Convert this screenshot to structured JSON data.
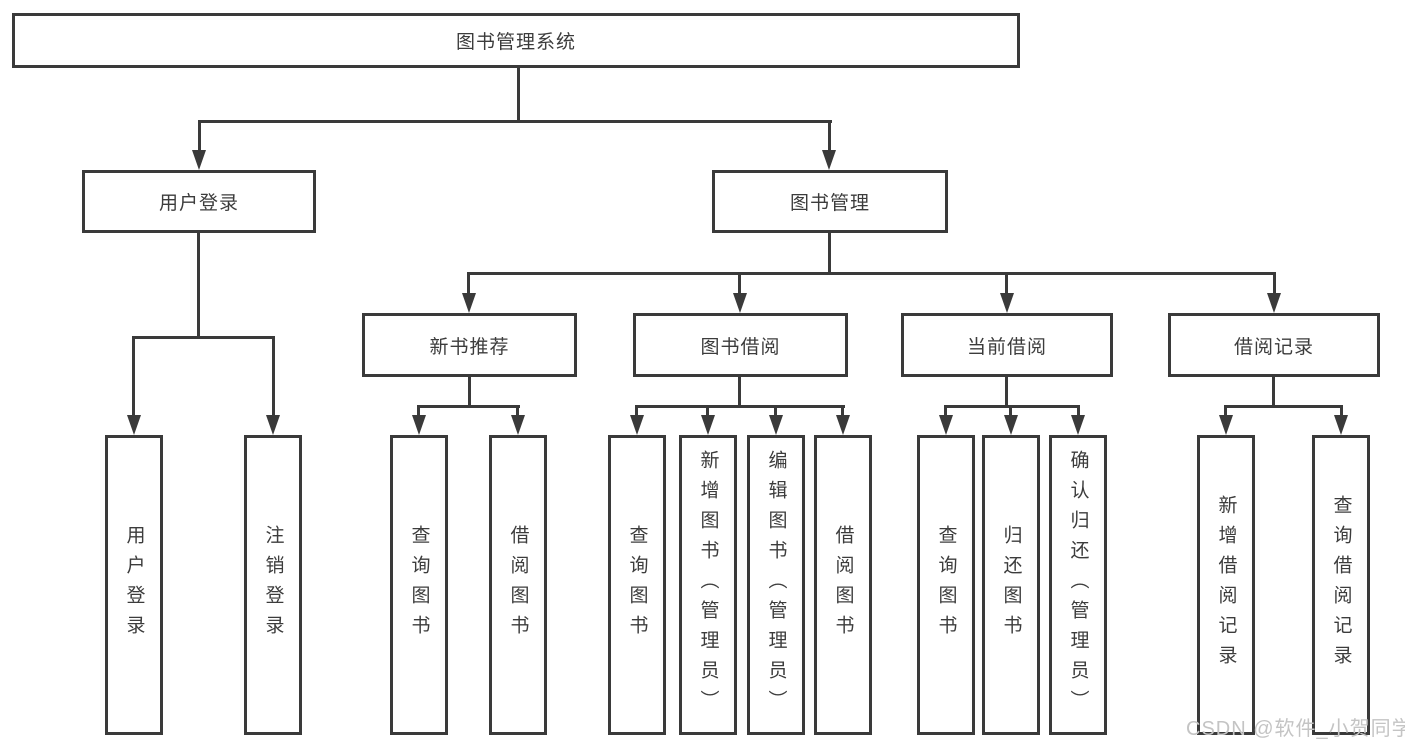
{
  "diagram": {
    "title": "图书管理系统",
    "level2": [
      "用户登录",
      "图书管理"
    ],
    "level3": [
      "新书推荐",
      "图书借阅",
      "当前借阅",
      "借阅记录"
    ],
    "leaves": {
      "user_login": [
        "用户登录",
        "注销登录"
      ],
      "new_book_recommend": [
        "查询图书",
        "借阅图书"
      ],
      "book_borrow": [
        "查询图书",
        "新增图书（管理员）",
        "编辑图书（管理员）",
        "借阅图书"
      ],
      "current_borrow": [
        "查询图书",
        "归还图书",
        "确认归还（管理员）"
      ],
      "borrow_records": [
        "新增借阅记录",
        "查询借阅记录"
      ]
    }
  },
  "watermark": "CSDN @软件_小贺同学",
  "colors": {
    "line": "#3a3a3a",
    "text": "#3c3c3c",
    "watermark": "#c4c4c4",
    "background": "#ffffff"
  }
}
